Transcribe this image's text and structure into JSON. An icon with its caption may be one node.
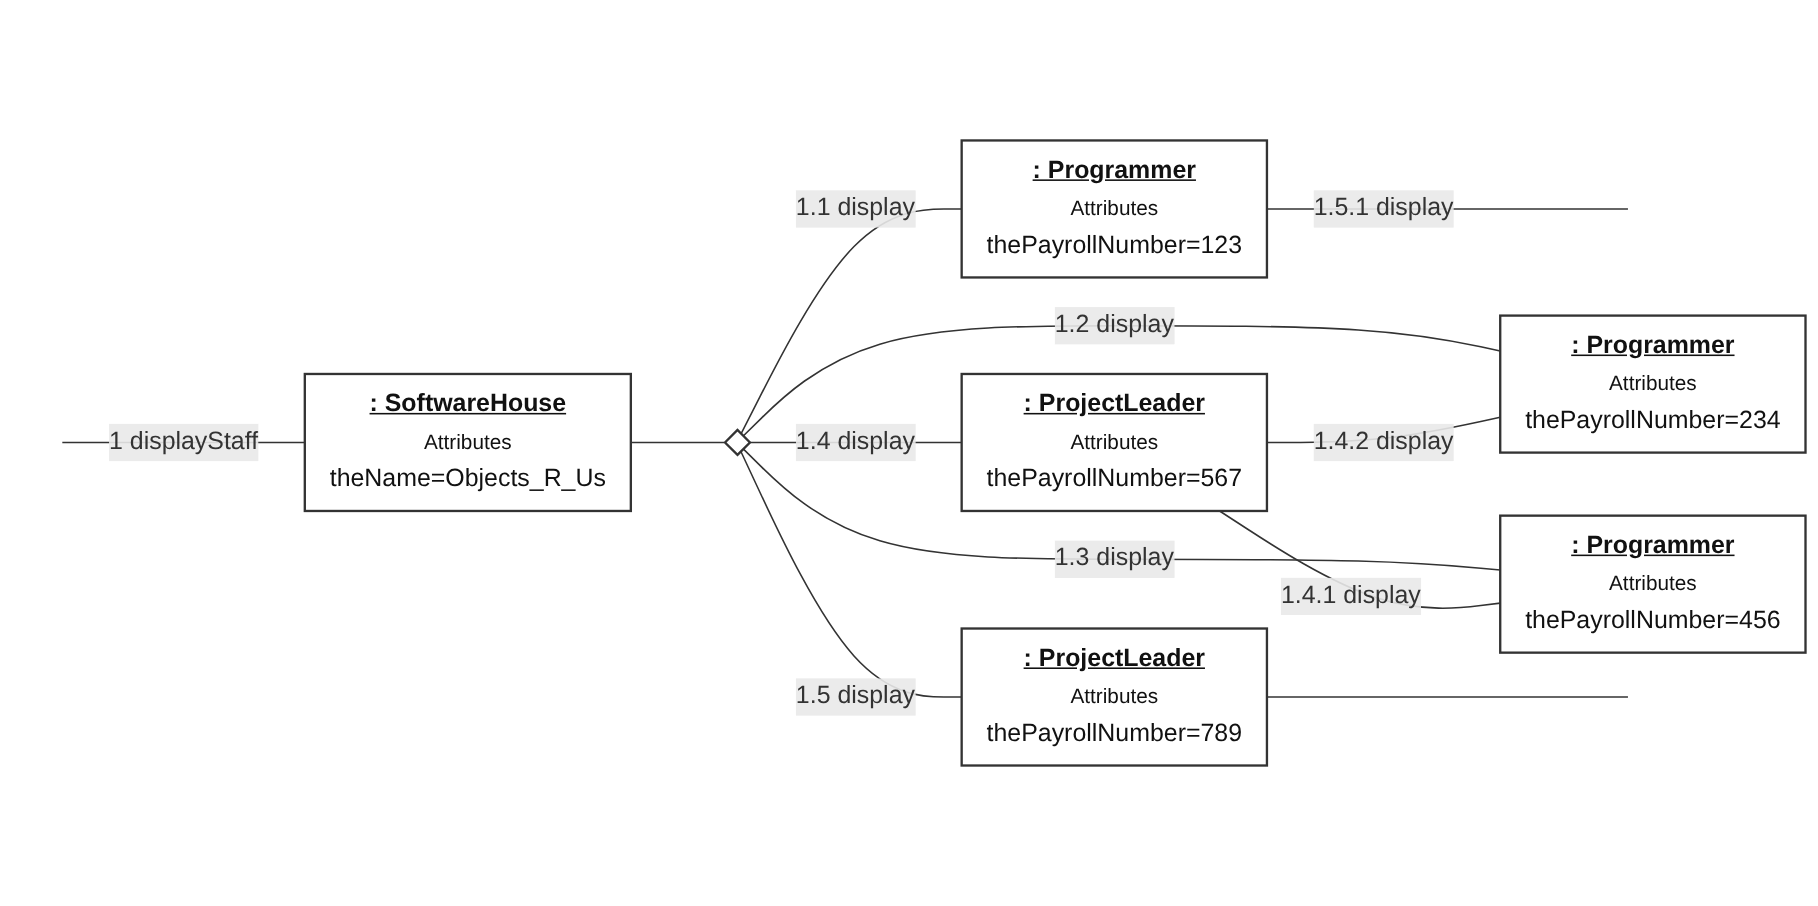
{
  "diagram": {
    "nodes": [
      {
        "text": [
          ": SoftwareHouse",
          "Attributes",
          "theName=Objects_R_Us"
        ]
      },
      {
        "text": [],
        "shape": "diamond"
      },
      {
        "text": [
          ": Programmer",
          "Attributes",
          "thePayrollNumber=123"
        ]
      },
      {
        "text": [
          ": Programmer",
          "Attributes",
          "thePayrollNumber=234"
        ]
      },
      {
        "text": [
          ": Programmer",
          "Attributes",
          "thePayrollNumber=456"
        ]
      },
      {
        "text": [
          ": ProjectLeader",
          "Attributes",
          "thePayrollNumber=567"
        ]
      },
      {
        "text": [
          ": ProjectLeader",
          "Attributes",
          "thePayrollNumber=789"
        ]
      }
    ],
    "edges": [
      {
        "from": null,
        "to": 0,
        "arrow": "none",
        "label": "1 displayStaff"
      },
      {
        "from": 0,
        "to": 1,
        "arrow": "none"
      },
      {
        "from": 1,
        "to": 2,
        "arrow": "none",
        "label": "1.1 display"
      },
      {
        "from": 1,
        "to": 3,
        "arrow": "none",
        "label": "1.2 display"
      },
      {
        "from": 1,
        "to": 4,
        "arrow": "none",
        "label": "1.3 display"
      },
      {
        "from": 1,
        "to": 5,
        "arrow": "none",
        "label": "1.4 display"
      },
      {
        "from": 1,
        "to": 6,
        "arrow": "none",
        "label": "1.5 display"
      },
      {
        "from": 5,
        "to": 3,
        "arrow": "none",
        "label": "1.4.2 display"
      },
      {
        "from": 5,
        "to": 4,
        "arrow": "none",
        "label": "1.4.1 display"
      },
      {
        "from": 2,
        "to": null,
        "arrow": "none",
        "label": "1.5.1 display"
      },
      {
        "from": 6,
        "to": null,
        "arrow": "none"
      }
    ]
  }
}
